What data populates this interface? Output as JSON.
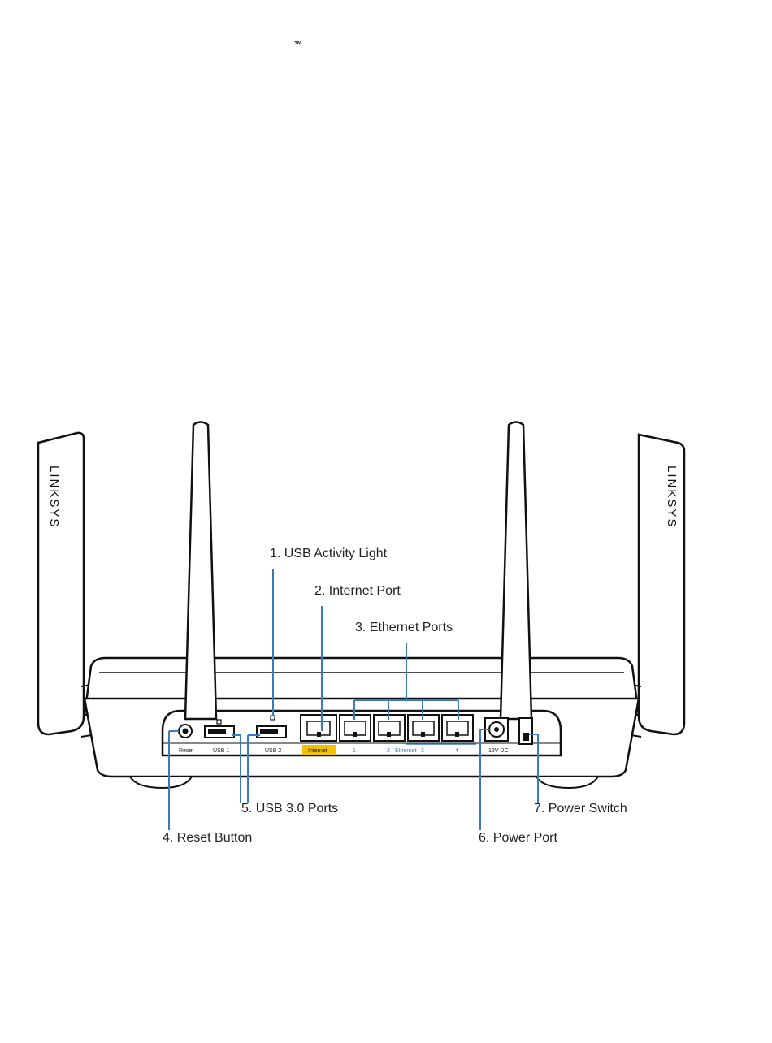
{
  "trademark": "™",
  "brand": "LINKSYS",
  "callouts": {
    "usb_light": "1. USB Activity Light",
    "internet_port": "2. Internet Port",
    "ethernet_ports": "3. Ethernet Ports",
    "reset_button": "4. Reset Button",
    "usb_ports": "5. USB 3.0 Ports",
    "power_port": "6. Power Port",
    "power_switch": "7. Power Switch"
  },
  "panel_labels": {
    "reset": "Reset",
    "usb1": "USB 1",
    "usb2": "USB 2",
    "internet": "Internet",
    "eth1": "1",
    "eth2": "2",
    "ethernet": "Ethernet",
    "eth3": "3",
    "eth4": "4",
    "dc": "12V DC"
  },
  "colors": {
    "callout_line": "#3a7bbf",
    "internet_label_bg": "#f2c200",
    "ethernet_label": "#3a7bbf"
  }
}
